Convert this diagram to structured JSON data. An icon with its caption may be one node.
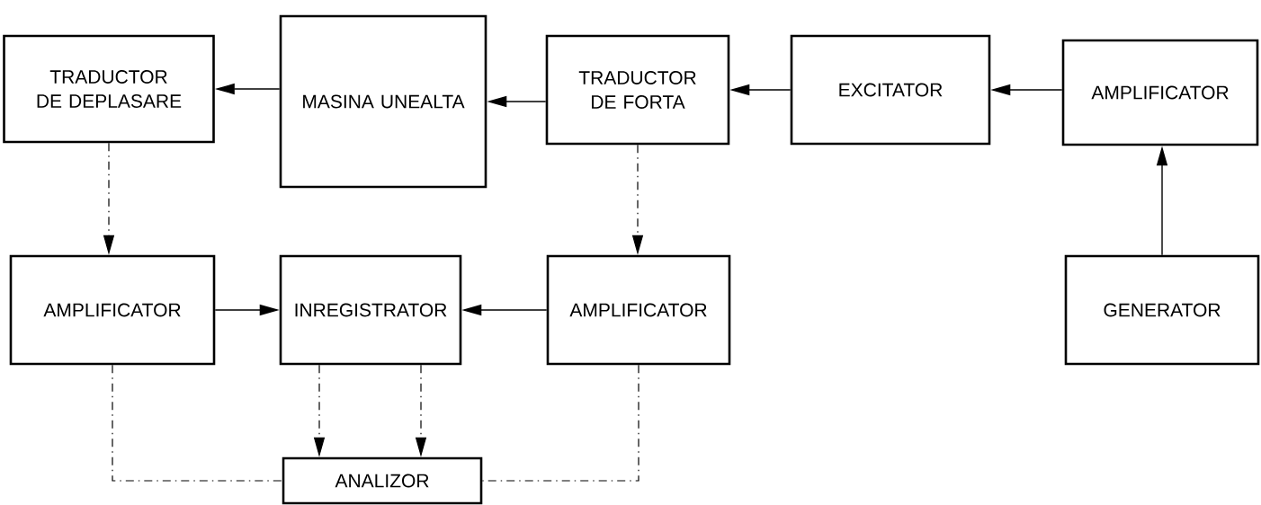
{
  "diagram": {
    "nodes": [
      {
        "text": [
          "TRADUCTOR DE DEPLASARE"
        ]
      },
      {
        "text": [
          "MASINA UNEALTA"
        ]
      },
      {
        "text": [
          "TRADUCTOR DE FORTA"
        ]
      },
      {
        "text": [
          "EXCITATOR"
        ]
      },
      {
        "text": [
          "AMPLIFICATOR"
        ]
      },
      {
        "text": [
          "AMPLIFICATOR"
        ]
      },
      {
        "text": [
          "INREGISTRATOR"
        ]
      },
      {
        "text": [
          "AMPLIFICATOR"
        ]
      },
      {
        "text": [
          "GENERATOR"
        ]
      },
      {
        "text": [
          "ANALIZOR"
        ]
      }
    ],
    "edges": [
      {
        "from": 1,
        "to": 0,
        "arrow": "to"
      },
      {
        "from": 2,
        "to": 1,
        "arrow": "to"
      },
      {
        "from": 3,
        "to": 2,
        "arrow": "to"
      },
      {
        "from": 4,
        "to": 3,
        "arrow": "to"
      },
      {
        "from": 8,
        "to": 4,
        "arrow": "to"
      },
      {
        "from": 0,
        "to": 5,
        "arrow": "to",
        "style": "dashed"
      },
      {
        "from": 2,
        "to": 7,
        "arrow": "to",
        "style": "dashed"
      },
      {
        "from": 5,
        "to": 6,
        "arrow": "to"
      },
      {
        "from": 7,
        "to": 6,
        "arrow": "to"
      },
      {
        "from": 6,
        "to": 9,
        "arrow": "to",
        "style": "dashed"
      },
      {
        "from": 6,
        "to": 9,
        "arrow": "to",
        "style": "dashed"
      },
      {
        "from": 5,
        "to": 9,
        "arrow": "none",
        "style": "dashed"
      },
      {
        "from": 7,
        "to": 9,
        "arrow": "none",
        "style": "dashed"
      }
    ]
  }
}
